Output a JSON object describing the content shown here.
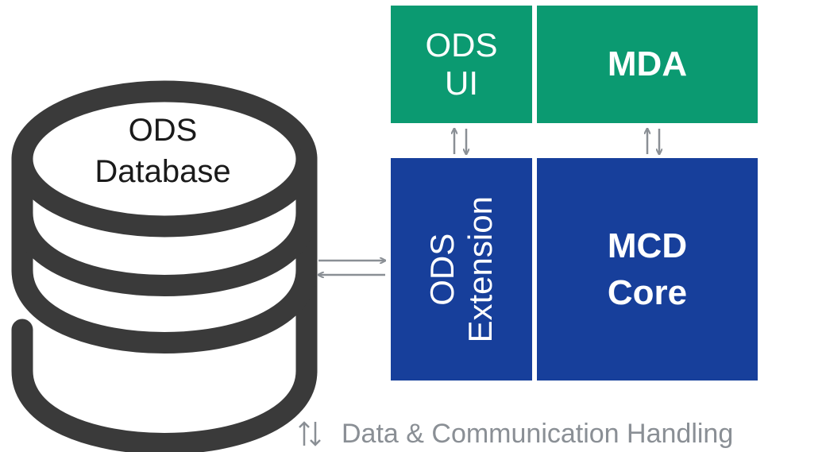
{
  "database": {
    "label_line1": "ODS",
    "label_line2": "Database"
  },
  "boxes": {
    "ods_ui": {
      "line1": "ODS",
      "line2": "UI"
    },
    "mda": {
      "label": "MDA"
    },
    "ods_extension": {
      "line1": "ODS",
      "line2": "Extension"
    },
    "mcd_core": {
      "line1": "MCD",
      "line2": "Core"
    }
  },
  "legend": {
    "text": "Data & Communication Handling"
  },
  "colors": {
    "green": "#0b9a71",
    "blue": "#173f9b",
    "arrow_gray": "#8a8f95",
    "database_stroke": "#3a3a3a"
  },
  "icons": {
    "database": "database-cylinder-icon",
    "bidirectional_arrow": "bidirectional-arrow-icon"
  }
}
